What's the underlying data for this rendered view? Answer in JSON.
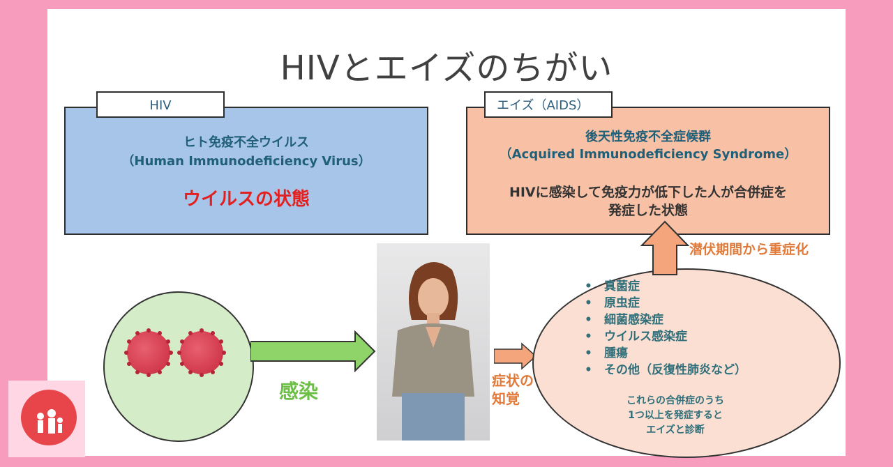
{
  "title": "HIVとエイズのちがい",
  "hiv": {
    "tab": "HIV",
    "line1": "ヒト免疫不全ウイルス",
    "line2": "（Human Immunodeficiency Virus）",
    "state": "ウイルスの状態"
  },
  "aids": {
    "tab": "エイズ（AIDS）",
    "line1": "後天性免疫不全症候群",
    "line2": "（Acquired Immunodeficiency Syndrome）",
    "desc1": "HIVに感染して免疫力が低下した人が合併症を",
    "desc2": "発症した状態"
  },
  "infection_label": "感染",
  "awareness_label_1": "症状の",
  "awareness_label_2": "知覚",
  "progression_label": "潜伏期間から重症化",
  "diseases": [
    "真菌症",
    "原虫症",
    "細菌感染症",
    "ウイルス感染症",
    "腫瘍",
    "その他（反復性肺炎など）"
  ],
  "note": [
    "これらの合併症のうち",
    "1つ以上を発症すると",
    "エイズと診断"
  ],
  "colors": {
    "background": "#f79cbc",
    "hiv_box": "#a7c5e8",
    "aids_box": "#f8c1a5",
    "state_text": "#e32020",
    "arrow_green": "#8fd468",
    "arrow_orange": "#f4a57c"
  }
}
